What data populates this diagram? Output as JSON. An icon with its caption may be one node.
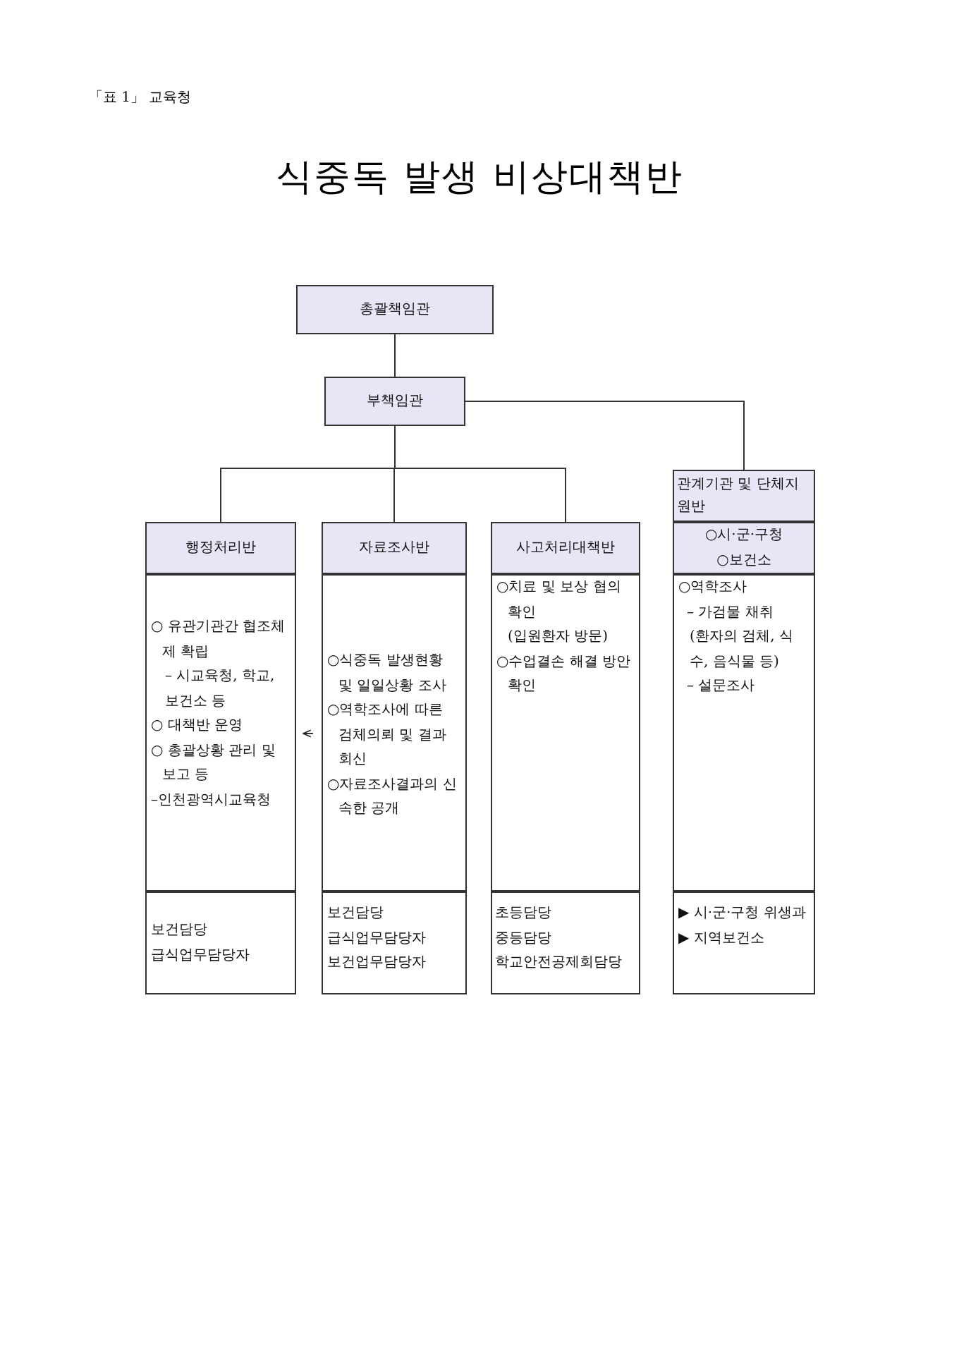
{
  "diagram": {
    "title": "식중독 발생 비상대책반",
    "nodes": [
      {
        "text": [
          "총괄책임관"
        ]
      },
      {
        "text": [
          "부책임관"
        ]
      },
      {
        "text": [
          "행정처리반"
        ]
      },
      {
        "text": [
          "○ 유관기관간 협조체제 확립",
          "– 시교육청, 학교, 보건소 등",
          "○ 대책반 운영",
          "○ 총괄상황 관리 및 보고 등",
          "–인천광역시교육청"
        ]
      },
      {
        "text": [
          "보건담당",
          "급식업무담당자"
        ]
      },
      {
        "text": [
          "자료조사반"
        ]
      },
      {
        "text": [
          "○식중독 발생현황 및 일일상황 조사",
          "○역학조사에 따른 검체의뢰 및 결과 회신",
          "○자료조사결과의 신속한 공개"
        ]
      },
      {
        "text": [
          "보건담당",
          "급식업무담당자",
          "보건업무담당자"
        ]
      },
      {
        "text": [
          "사고처리대책반"
        ]
      },
      {
        "text": [
          "○치료 및 보상 협의 확인",
          "(입원환자 방문)",
          "○수업결손 해결 방안 확인"
        ]
      },
      {
        "text": [
          "초등담당",
          "중등담당",
          "학교안전공제회담당"
        ]
      },
      {
        "text": [
          "관계기관 및 단체지원반"
        ]
      },
      {
        "text": [
          "○시·군·구청",
          "○보건소"
        ]
      },
      {
        "text": [
          "○역학조사",
          "– 가검물 채취",
          "(환자의 검체, 식수, 음식물 등)",
          "– 설문조사"
        ]
      },
      {
        "text": [
          "▶ 시·군·구청 위생과",
          "▶ 지역보건소"
        ]
      }
    ],
    "edges": [
      {
        "from": 0,
        "to": 1,
        "arrow": "none"
      },
      {
        "from": 1,
        "to": 2,
        "arrow": "none"
      },
      {
        "from": 1,
        "to": 5,
        "arrow": "none"
      },
      {
        "from": 1,
        "to": 8,
        "arrow": "none"
      },
      {
        "from": 1,
        "to": 11,
        "arrow": "none"
      },
      {
        "from": 6,
        "to": 3,
        "arrow": "to"
      }
    ],
    "labels": [
      "「표 1」 교육청"
    ]
  }
}
